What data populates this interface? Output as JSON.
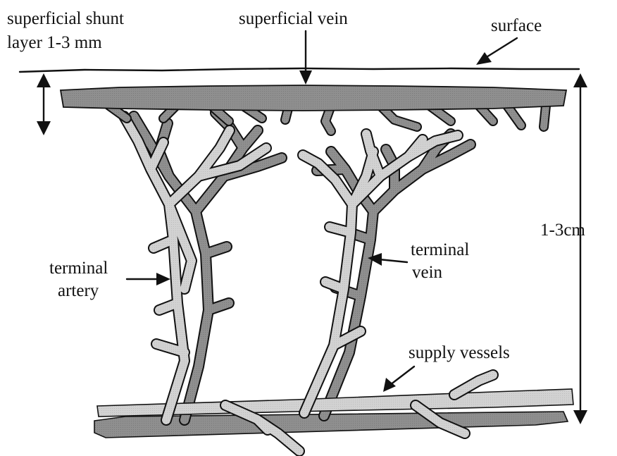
{
  "labels": {
    "shunt_layer_line1": "superficial shunt",
    "shunt_layer_line2": "layer 1-3 mm",
    "superficial_vein": "superficial vein",
    "surface": "surface",
    "depth": "1-3cm",
    "terminal_artery_line1": "terminal",
    "terminal_artery_line2": "artery",
    "terminal_vein_line1": "terminal",
    "terminal_vein_line2": "vein",
    "supply_vessels": "supply vessels"
  },
  "colors": {
    "vein_fill": "#8f8f8f",
    "artery_fill": "#d2d2d2",
    "outline": "#111111",
    "background": "#ffffff"
  }
}
